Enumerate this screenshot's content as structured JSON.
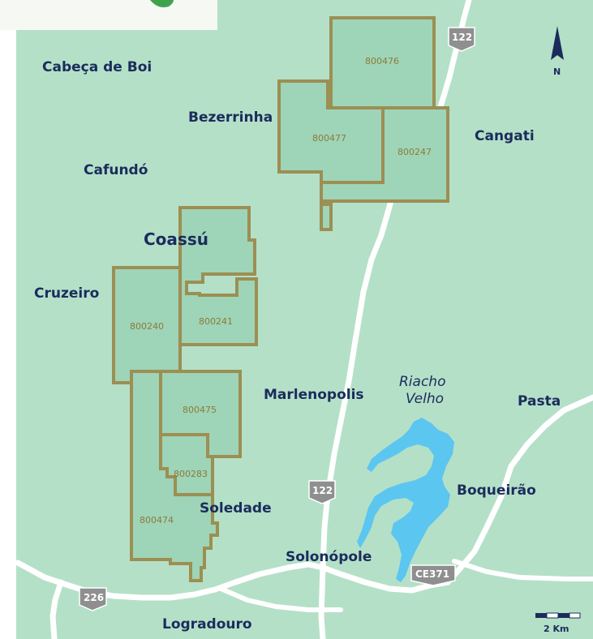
{
  "colors": {
    "land": "#b4e0c8",
    "tenement_fill": "#9ed4b8",
    "tenement_border": "#9c8f52",
    "road": "#ffffff",
    "water": "#5bc6f0",
    "label": "#1b2c5c",
    "shield": "#8f8f8f"
  },
  "places": [
    {
      "id": "cabeca-de-boi",
      "name": "Cabeça de Boi"
    },
    {
      "id": "bezerrinha",
      "name": "Bezerrinha"
    },
    {
      "id": "cangati",
      "name": "Cangati"
    },
    {
      "id": "cafundo",
      "name": "Cafundó"
    },
    {
      "id": "coassu",
      "name": "Coassú"
    },
    {
      "id": "cruzeiro",
      "name": "Cruzeiro"
    },
    {
      "id": "marlenopolis",
      "name": "Marlenopolis"
    },
    {
      "id": "pasta",
      "name": "Pasta"
    },
    {
      "id": "boqueirao",
      "name": "Boqueirão"
    },
    {
      "id": "soledade",
      "name": "Soledade"
    },
    {
      "id": "solonopole",
      "name": "Solonópole"
    },
    {
      "id": "logradouro",
      "name": "Logradouro"
    }
  ],
  "water_label": {
    "line1": "Riacho",
    "line2": "Velho"
  },
  "tenements": [
    "800476",
    "800477",
    "800247",
    "800240",
    "800241",
    "800475",
    "800283",
    "800474"
  ],
  "road_shields": {
    "top": "122",
    "middle": "122",
    "west": "226",
    "east": "CE371"
  },
  "north_arrow": {
    "label": "N"
  },
  "scale_bar": {
    "label": "2 Km"
  }
}
